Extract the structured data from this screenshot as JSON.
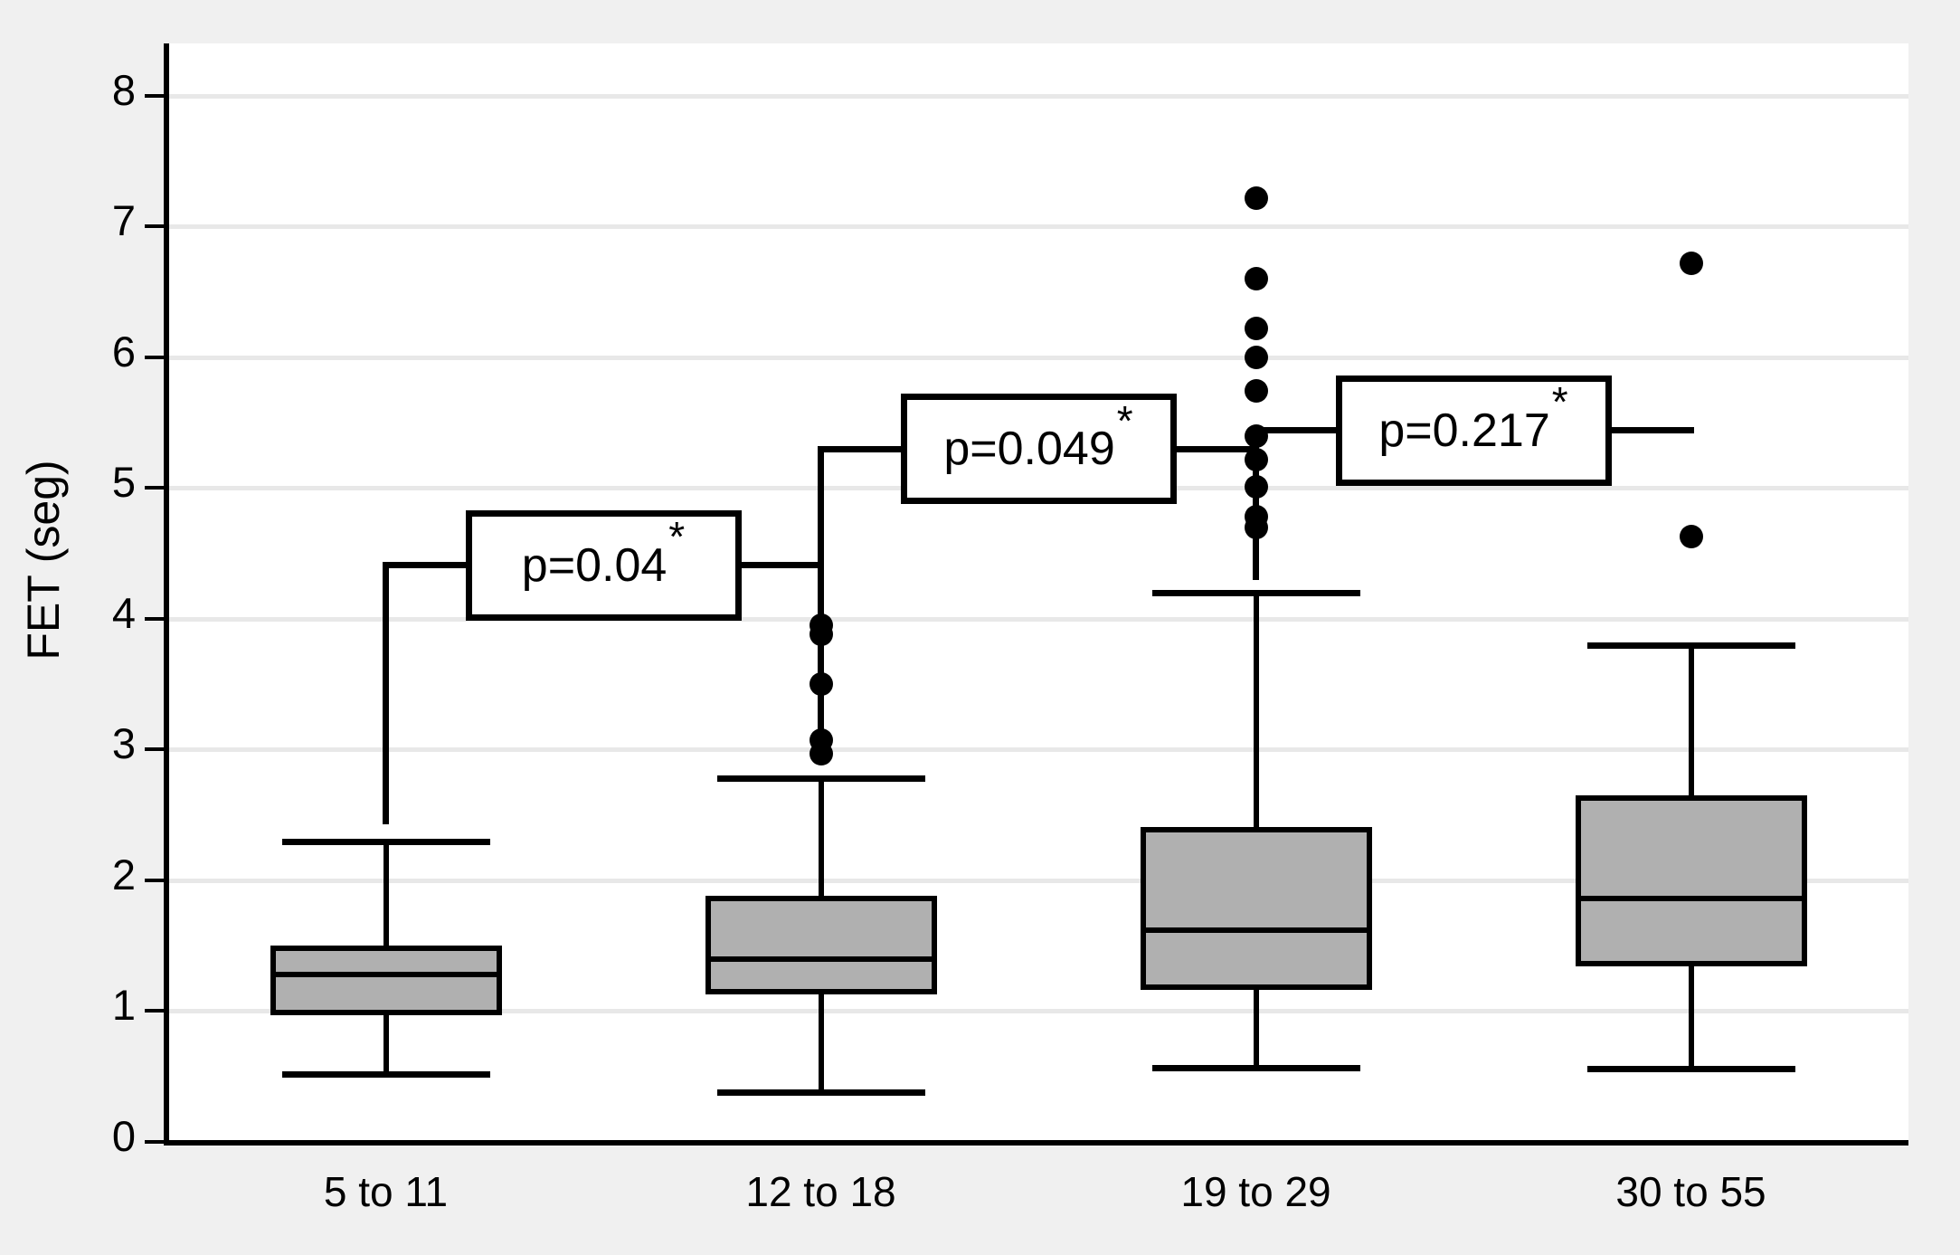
{
  "chart_data": {
    "type": "box",
    "title": "",
    "xlabel": "",
    "ylabel": "FET (seg)",
    "ylim": [
      0,
      8.4
    ],
    "yticks": [
      0,
      1,
      2,
      3,
      4,
      5,
      6,
      7,
      8
    ],
    "ytick_labels": [
      "0",
      "1",
      "2",
      "3",
      "4",
      "5",
      "6",
      "7",
      "8"
    ],
    "grid": true,
    "legend": "none",
    "categories": [
      "5 to 11",
      "12 to 18",
      "19 to 29",
      "30 to 55"
    ],
    "boxes": [
      {
        "category": "5 to 11",
        "whisker_low": 0.52,
        "q1": 0.97,
        "median": 1.28,
        "q3": 1.5,
        "whisker_high": 2.3,
        "outliers": []
      },
      {
        "category": "12 to 18",
        "whisker_low": 0.38,
        "q1": 1.13,
        "median": 1.4,
        "q3": 1.88,
        "whisker_high": 2.78,
        "outliers": [
          3.95,
          3.88,
          3.5,
          3.07,
          2.97
        ]
      },
      {
        "category": "19 to 29",
        "whisker_low": 0.57,
        "q1": 1.16,
        "median": 1.62,
        "q3": 2.41,
        "whisker_high": 4.2,
        "outliers": [
          7.22,
          6.6,
          6.22,
          6.0,
          5.74,
          5.4,
          5.22,
          5.01,
          4.78,
          4.7
        ]
      },
      {
        "category": "30 to 55",
        "whisker_low": 0.56,
        "q1": 1.34,
        "median": 1.86,
        "q3": 2.65,
        "whisker_high": 3.8,
        "outliers": [
          6.72,
          4.63
        ]
      }
    ],
    "annotations": [
      {
        "name": "p-value-1-2",
        "text": "p=0.04",
        "superscript": "*",
        "left_group": "5 to 11",
        "right_group": "12 to 18",
        "bracket_y": 4.41,
        "left_stem_bottom": 2.43,
        "right_stem_bottom": 2.95
      },
      {
        "name": "p-value-2-3",
        "text": "p=0.049",
        "superscript": "*",
        "left_group": "12 to 18",
        "right_group": "19 to 29",
        "bracket_y": 5.3,
        "left_stem_bottom": 2.95,
        "right_stem_bottom": 4.3
      },
      {
        "name": "p-value-3-4",
        "text": "p=0.217",
        "superscript": "*",
        "left_group": "19 to 29",
        "right_group": "30 to 55",
        "bracket_y": 5.44,
        "left_stem_bottom": 4.3,
        "right_stem_bottom": 5.55
      }
    ],
    "colors": {
      "box_fill": "#b0b0b0",
      "box_edge": "#000000",
      "plot_background": "#ffffff",
      "figure_background": "#f0f0f0",
      "gridline": "#e8e8e8",
      "outlier": "#000000"
    }
  }
}
